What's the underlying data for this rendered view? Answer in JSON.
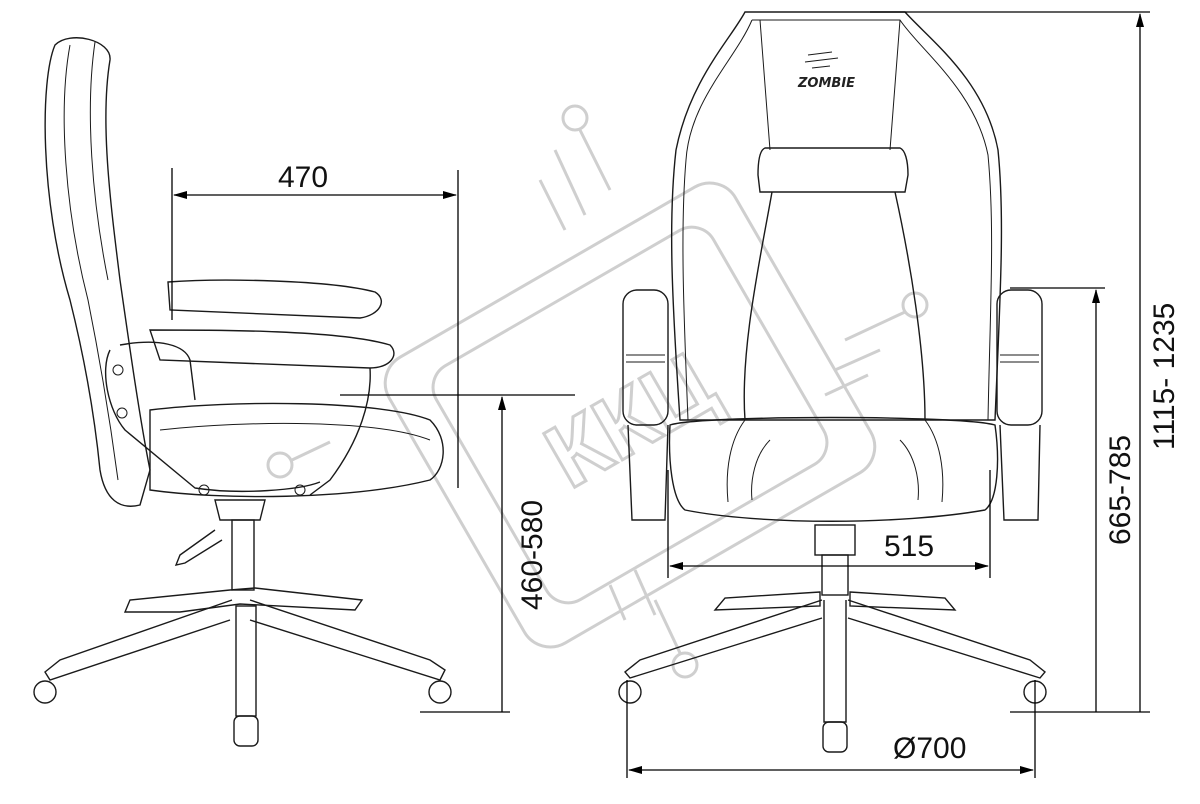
{
  "dimensions": {
    "depth": "470",
    "seat_height": "460-580",
    "seat_width": "515",
    "armrest_height": "665-785",
    "total_height": "1115- 1235",
    "base_diameter": "Ø700"
  },
  "logo": {
    "text": "ZOMBIE"
  },
  "watermark": {
    "text": "ККЦ"
  },
  "colors": {
    "line": "#1a1a1a",
    "watermark": "#cfcfcf"
  }
}
